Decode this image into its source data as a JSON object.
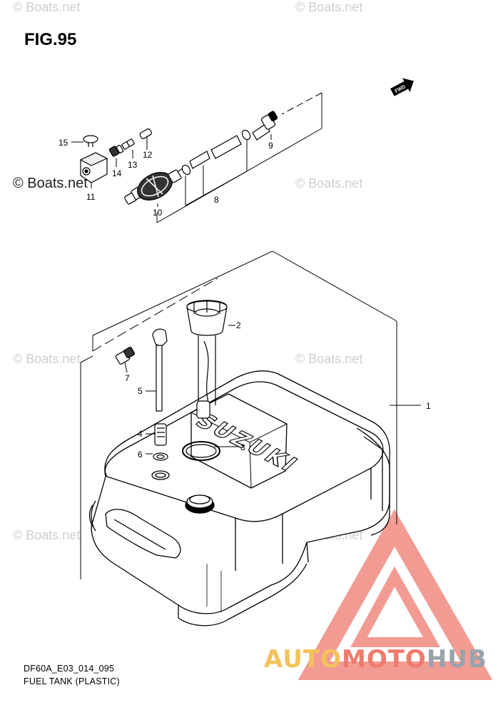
{
  "figure": {
    "title": "FIG.95",
    "code": "DF60A_E03_014_095",
    "caption": "FUEL TANK (PLASTIC)",
    "fwd_label": "FWD"
  },
  "watermarks": {
    "text": "© Boats.net",
    "prominent": "© Boats.net"
  },
  "callouts": [
    "1",
    "2",
    "3",
    "4",
    "5",
    "6",
    "7",
    "8",
    "9",
    "10",
    "11",
    "12",
    "13",
    "14",
    "15"
  ],
  "tank_embossing": "SUZUKI",
  "logo": {
    "part1": "AUTO",
    "part2": "MOTO",
    "part3": "HUB",
    "colors": {
      "triangle": "#e94b3c",
      "auto": "#f5c25a",
      "moto": "#ef7b6f",
      "hub": "#9aa3ad"
    }
  }
}
